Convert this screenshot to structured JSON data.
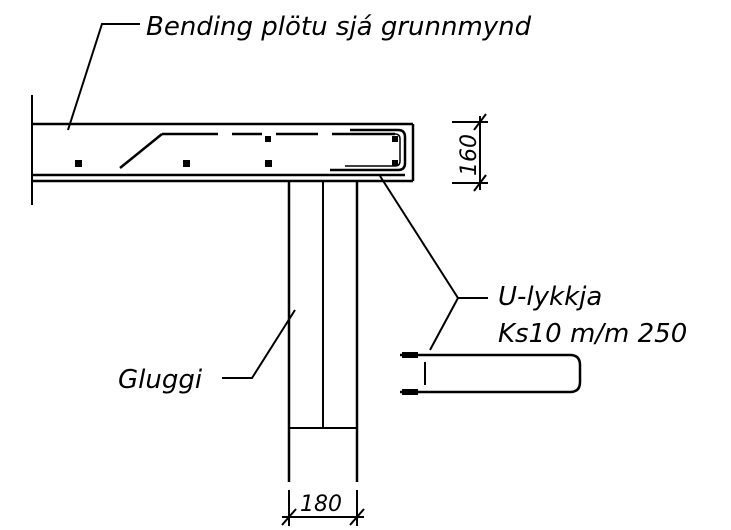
{
  "labels": {
    "slab_reinforcement": "Bending plötu sjá grunnmynd",
    "u_loop_title": "U-lykkja",
    "u_loop_spec": "Ks10 m/m 250",
    "window": "Gluggi"
  },
  "dimensions": {
    "slab_thickness": "160",
    "column_width": "180"
  },
  "colors": {
    "ink": "#000000",
    "background": "#ffffff"
  }
}
